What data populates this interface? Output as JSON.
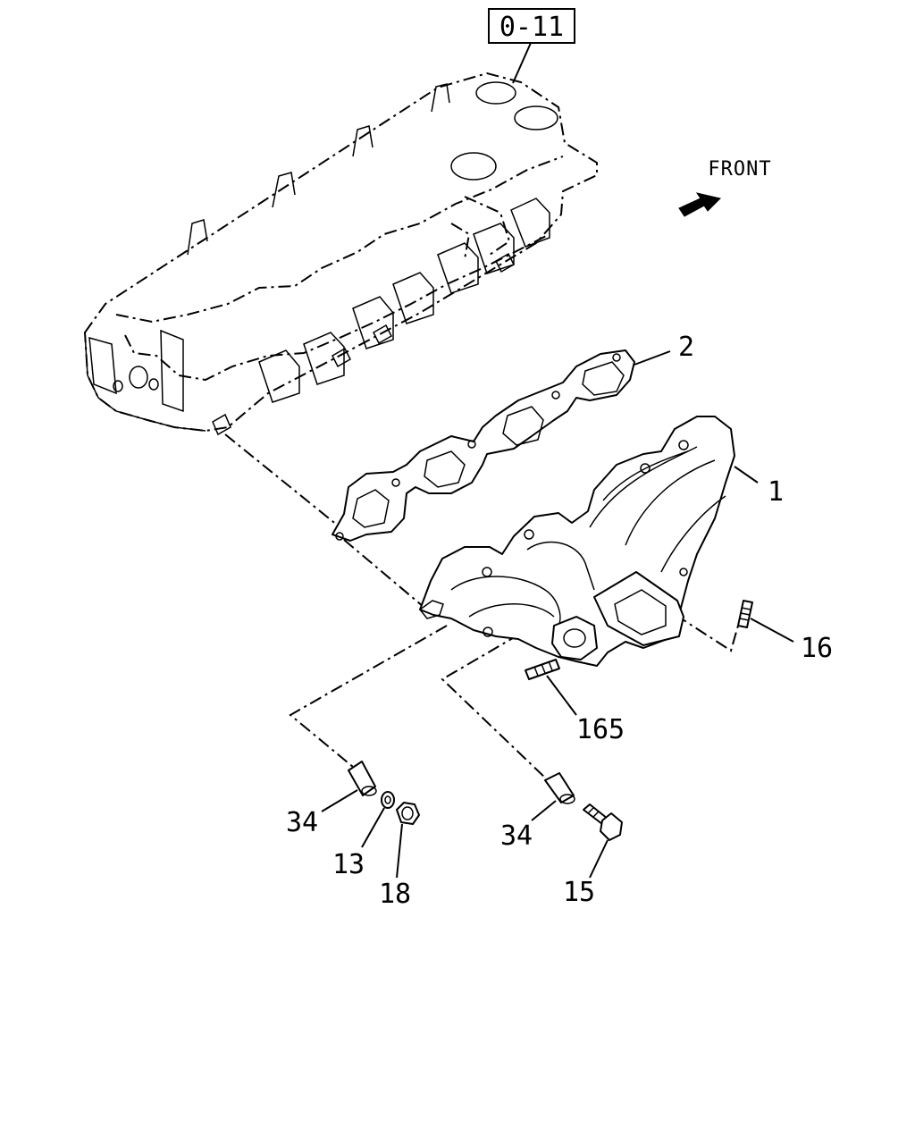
{
  "reference_box": "0-11",
  "direction_label": "FRONT",
  "callouts": {
    "manifold": "1",
    "gasket": "2",
    "stud_16": "16",
    "stud_165": "165",
    "sleeve_left": "34",
    "washer": "13",
    "nut": "18",
    "sleeve_right": "34",
    "bolt": "15"
  },
  "colors": {
    "line": "#000000",
    "background": "#ffffff"
  },
  "icons": [
    "front-arrow-icon"
  ]
}
